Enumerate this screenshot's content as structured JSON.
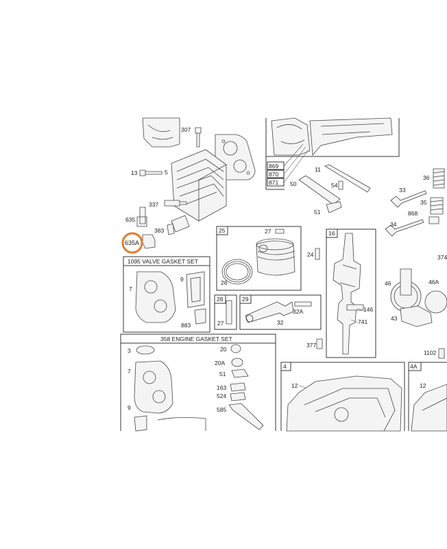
{
  "highlight": {
    "label": "635A",
    "color": "#e07b2e"
  },
  "groups": {
    "valve_gasket_set": "1095 VALVE GASKET SET",
    "engine_gasket_set": "358 ENGINE GASKET SET",
    "box_25": "25",
    "box_28": "28",
    "box_29": "29",
    "box_16": "16",
    "box_4": "4",
    "box_4A": "4A"
  },
  "labels": {
    "p307": "307",
    "p13": "13",
    "p5": "5",
    "p337": "337",
    "p635": "635",
    "p383": "383",
    "p869": "869",
    "p870": "870",
    "p871": "871",
    "p11": "11",
    "p50": "50",
    "p54": "54",
    "p51a": "51",
    "p36": "36",
    "p33": "33",
    "p35": "35",
    "p868": "868",
    "p34": "34",
    "p374": "374",
    "p27a": "27",
    "p26": "26",
    "p24": "24",
    "p146": "146",
    "p741": "741",
    "p46": "46",
    "p46A": "46A",
    "p43": "43",
    "p27b": "27",
    "p32": "32",
    "p32A": "32A",
    "p377": "377",
    "p1102": "1102",
    "vg7": "7",
    "vg9": "9",
    "vg883": "883",
    "eg3": "3",
    "eg7": "7",
    "eg9": "9",
    "eg20": "20",
    "eg20A": "20A",
    "eg51": "51",
    "eg163": "163",
    "eg524": "524",
    "eg585": "585",
    "b4_12": "12",
    "b4A_12": "12"
  }
}
